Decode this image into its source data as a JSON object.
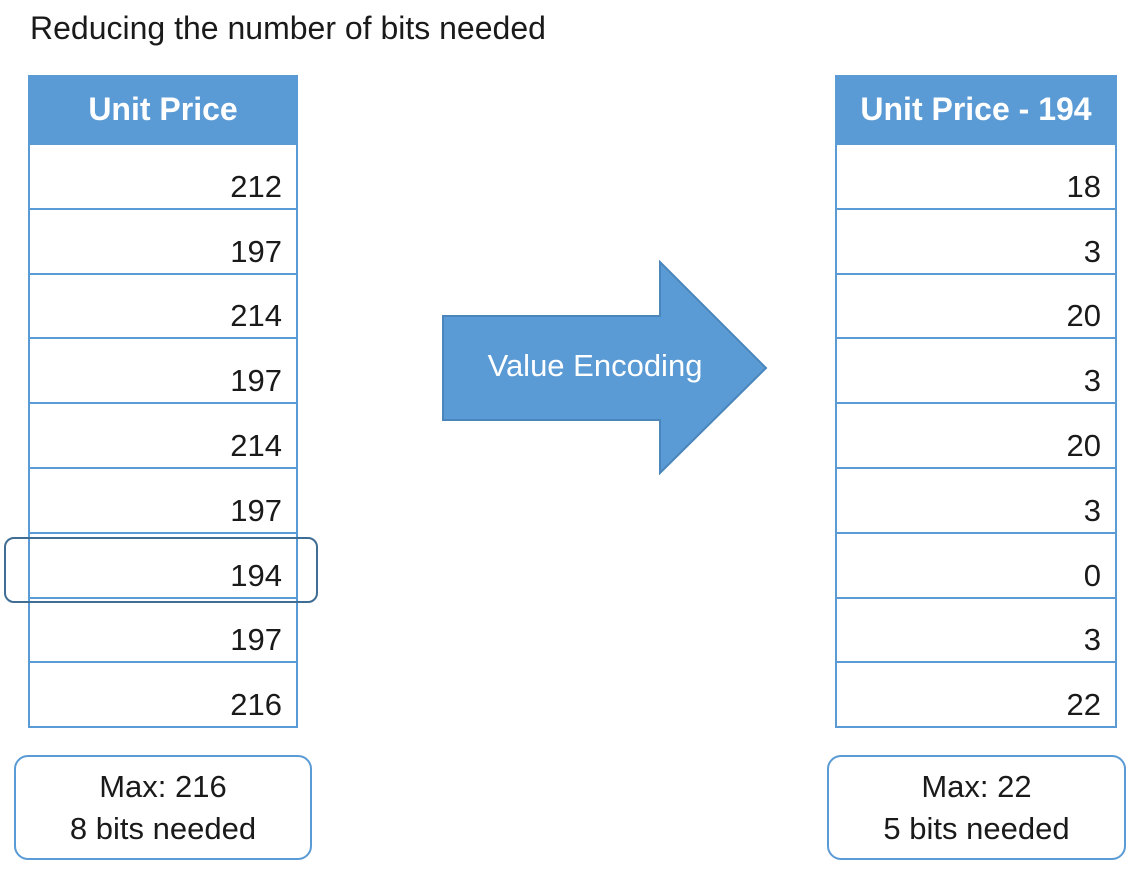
{
  "title": "Reducing the number of bits needed",
  "left_table": {
    "header": "Unit Price",
    "rows": [
      "212",
      "197",
      "214",
      "197",
      "214",
      "197",
      "194",
      "197",
      "216"
    ],
    "highlighted_row": 6
  },
  "arrow": {
    "label": "Value Encoding",
    "color": "#5b9bd5"
  },
  "right_table": {
    "header": "Unit Price - 194",
    "rows": [
      "18",
      "3",
      "20",
      "3",
      "20",
      "3",
      "0",
      "3",
      "22"
    ]
  },
  "left_summary": {
    "line1": "Max: 216",
    "line2": "8 bits needed"
  },
  "right_summary": {
    "line1": "Max: 22",
    "line2": "5 bits needed"
  },
  "colors": {
    "accent": "#5b9bd5",
    "highlight_border": "#3f6d93",
    "text": "#1a1a1a"
  }
}
